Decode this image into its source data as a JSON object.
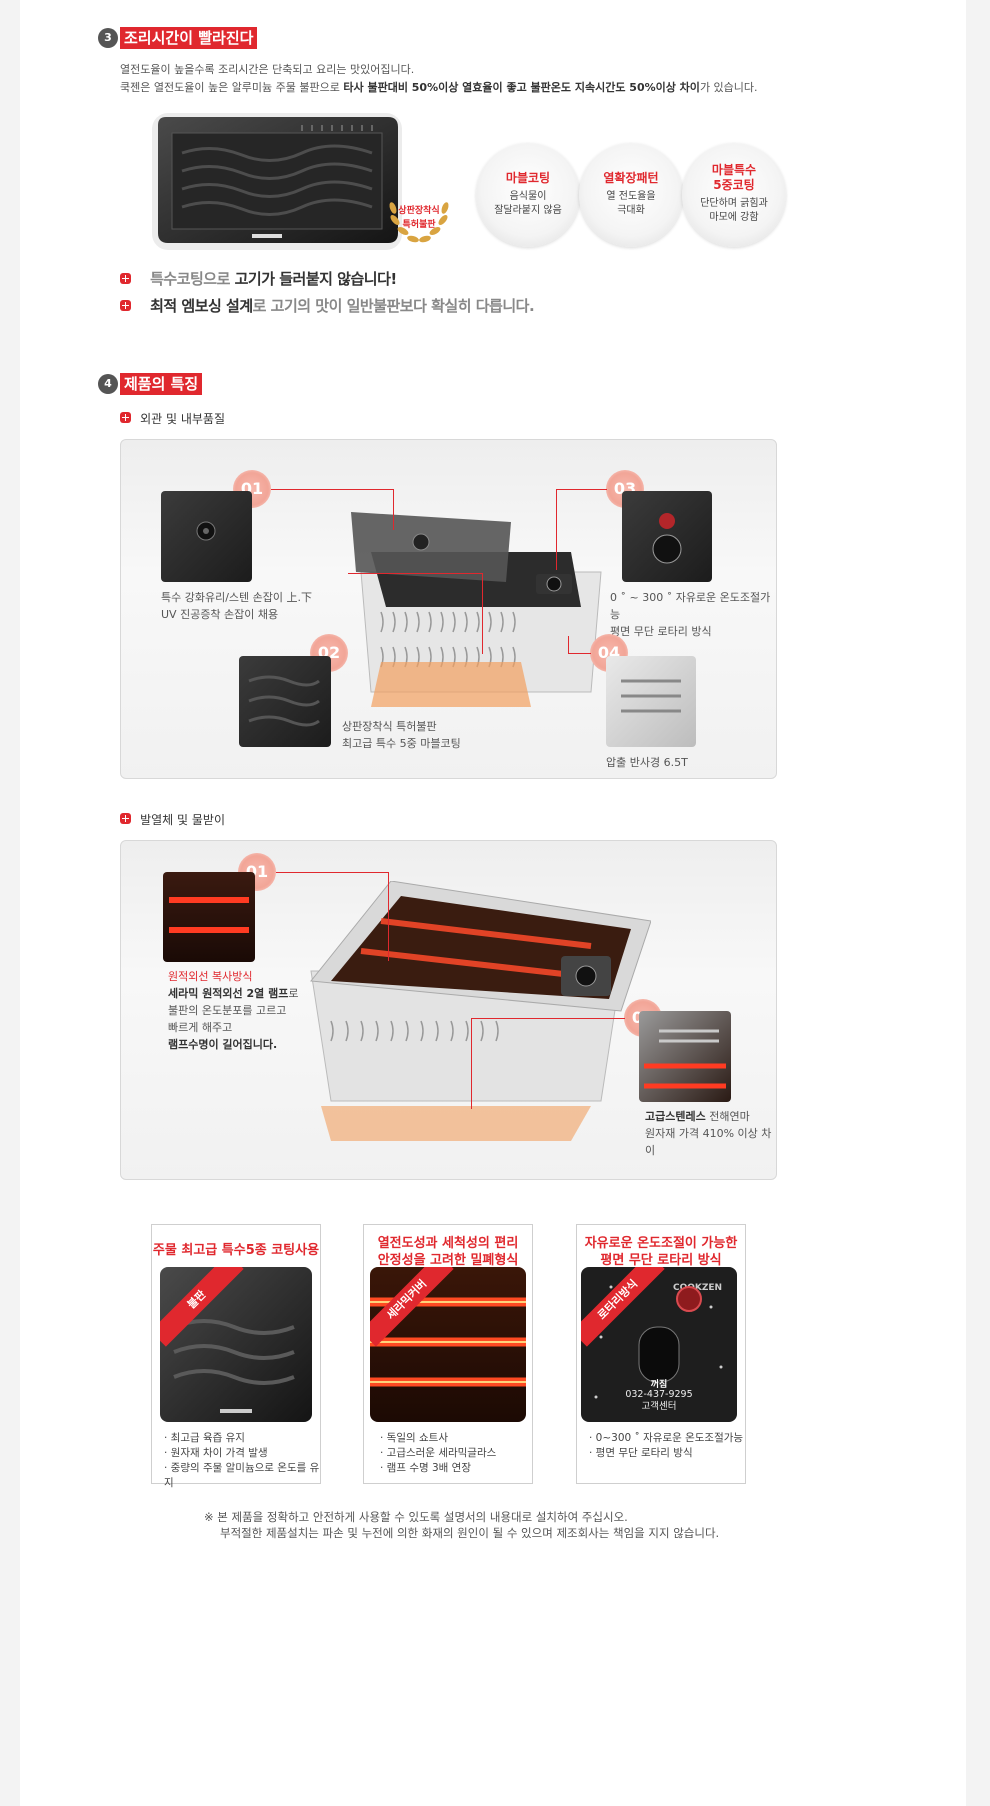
{
  "section3": {
    "num": "3",
    "title": "조리시간이 빨라진다",
    "desc_line1": "열전도율이 높을수록 조리시간은 단축되고 요리는 맛있어집니다.",
    "desc_line2_pre": "쿡젠은 열전도율이 높은 알루미늄 주물 불판으로 ",
    "desc_line2_bold": "타사 불판대비 50%이상 열효율이 좋고 불판온도 지속시간도 50%이상 차이",
    "desc_line2_post": "가 있습니다.",
    "seal_line1": "상판장착식",
    "seal_line2": "특허불판",
    "badges": [
      {
        "title": "마블코팅",
        "sub1": "음식물이",
        "sub2": "잘달라붙지 않음"
      },
      {
        "title": "열확장패턴",
        "sub1": "열 전도율을",
        "sub2": "극대화"
      },
      {
        "title1": "마블특수",
        "title2": "5중코팅",
        "sub1": "단단하며 긁힘과",
        "sub2": "마모에 강함"
      }
    ],
    "bullet1_pre": "특수코팅으로 ",
    "bullet1_dark": "고기가 들러붙지 않습니다!",
    "bullet2_dark": "최적 엠보싱 설계",
    "bullet2_post": "로 고기의 맛이 일반불판보다 확실히 다릅니다."
  },
  "section4": {
    "num": "4",
    "title": "제품의 특징",
    "sub1": "외관 및 내부품질",
    "sub2": "발열체 및 물받이",
    "panel1": {
      "c1_num": "01",
      "c1_line1": "특수 강화유리/스텐 손잡이 上.下",
      "c1_line2": "UV 진공증착 손잡이 채용",
      "c2_num": "02",
      "c2_line1": "상판장착식 특허불판",
      "c2_line2": "최고급 특수 5중 마블코팅",
      "c3_num": "03",
      "c3_line1": "0 ˚ ~ 300 ˚ 자유로운 온도조절가능",
      "c3_line2": "평면 무단 로타리 방식",
      "c4_num": "04",
      "c4_line1": "압출 반사경 6.5T"
    },
    "panel2": {
      "c1_num": "01",
      "c1_red": "원적외선 복사방식",
      "c1_l1_bold": "세라믹 원적외선 2열 램프",
      "c1_l1_post": "로",
      "c1_l2": "불판의 온도분포를 고르고",
      "c1_l3": "빠르게 해주고",
      "c1_l4_bold": "램프수명이 길어집니다.",
      "c2_num": "02",
      "c2_l1_bold": "고급스텐레스",
      "c2_l1_post": " 전해연마",
      "c2_l2": "원자재 가격 410% 이상 차이"
    }
  },
  "cards": [
    {
      "title1": "주물 최고급 특수5종 코팅사용",
      "title2": "",
      "ribbon": "불판",
      "items": [
        "· 최고급 육즙 유지",
        "· 원자재 차이 가격 발생",
        "· 중량의 주물 알미늄으로 온도를 유지"
      ]
    },
    {
      "title1": "열전도성과 세척성의 편리",
      "title2": "안정성을 고려한 밀폐형식",
      "ribbon": "세라믹커버",
      "items": [
        "· 독일의 쇼트사",
        "· 고급스러운 세라믹글라스",
        "· 램프 수명 3배 연장"
      ]
    },
    {
      "title1": "자유로운 온도조절이 가능한",
      "title2": "평면 무단 로타리 방식",
      "ribbon": "로타리방식",
      "brand": "COOKZEN",
      "knob_label": "꺼짐",
      "phone": "032-437-9295",
      "center": "고객센터",
      "items": [
        "· 0~300 ˚  자유로운 온도조절가능",
        "· 평면 무단 로타리 방식"
      ]
    }
  ],
  "notice_line1": "※ 본 제품을 정확하고 안전하게 사용할 수 있도록 설명서의 내용대로 설치하여 주십시오.",
  "notice_line2": "부적절한 제품설치는 파손 및 누전에 의한 화재의 원인이 될 수 있으며 제조회사는 책임을 지지 않습니다.",
  "colors": {
    "accent": "#e0282e",
    "badge_num": "#555555",
    "callout": "#f2a597"
  }
}
